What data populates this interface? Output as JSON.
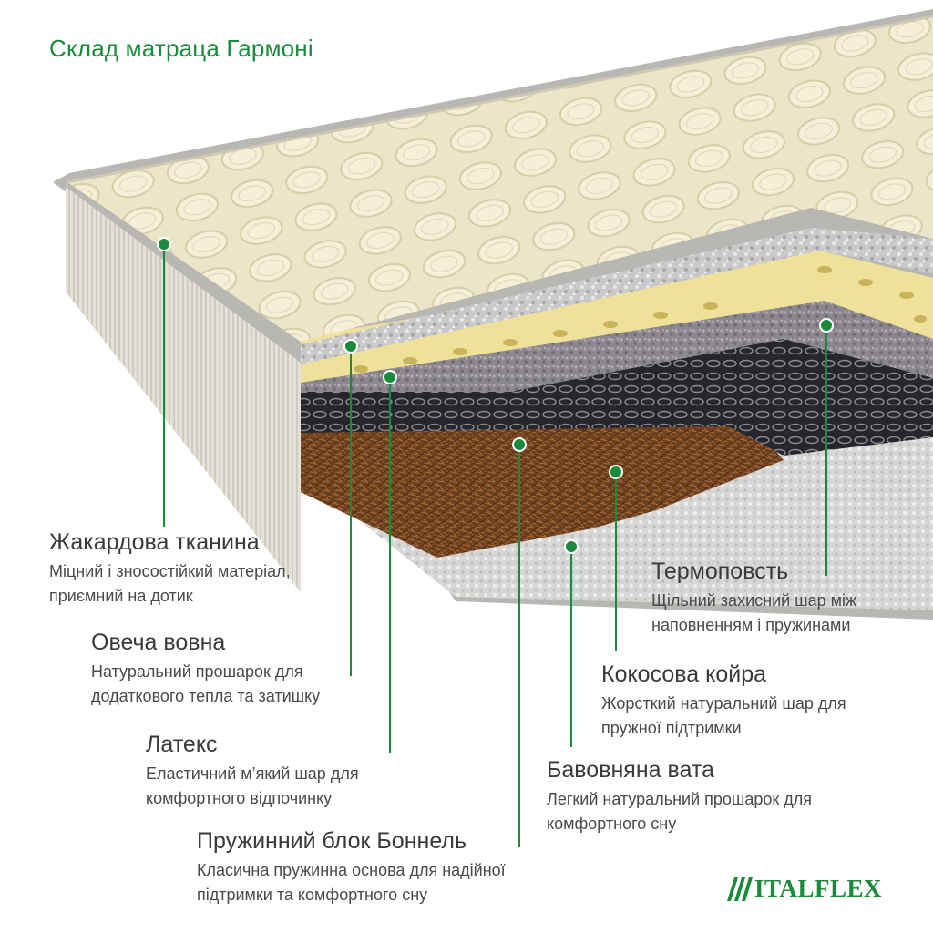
{
  "title": "Склад матраца Гармоні",
  "layers": [
    {
      "id": "jacquard",
      "name": "Жакардова тканина",
      "description": "Міцний і зносостійкий матеріал,\nприємний на дотик"
    },
    {
      "id": "wool",
      "name": "Овеча вовна",
      "description": "Натуральний прошарок для\nдодаткового тепла та затишку"
    },
    {
      "id": "latex",
      "name": "Латекс",
      "description": "Еластичний м’який шар для\nкомфортного відпочинку"
    },
    {
      "id": "bonnell",
      "name": "Пружинний блок Боннель",
      "description": "Класична пружинна основа для надійної\nпідтримки та комфортного сну"
    },
    {
      "id": "thermofelt",
      "name": "Термоповсть",
      "description": "Щільний захисний шар між\nнаповненням і пружинами"
    },
    {
      "id": "coir",
      "name": "Кокосова койра",
      "description": "Жорсткий натуральний шар для\nпружної підтримки"
    },
    {
      "id": "cotton",
      "name": "Бавовняна вата",
      "description": "Легкий натуральний прошарок для\nкомфортного сну"
    }
  ],
  "brand": {
    "logo_text": "ITALFLEX"
  },
  "colors": {
    "accent_green": "#1a8a3c",
    "quilt": "#ece4c6",
    "latex": "#efe09a",
    "coir": "#7a4a22",
    "felt": "#8b8890",
    "springs": "#2a2a30"
  }
}
